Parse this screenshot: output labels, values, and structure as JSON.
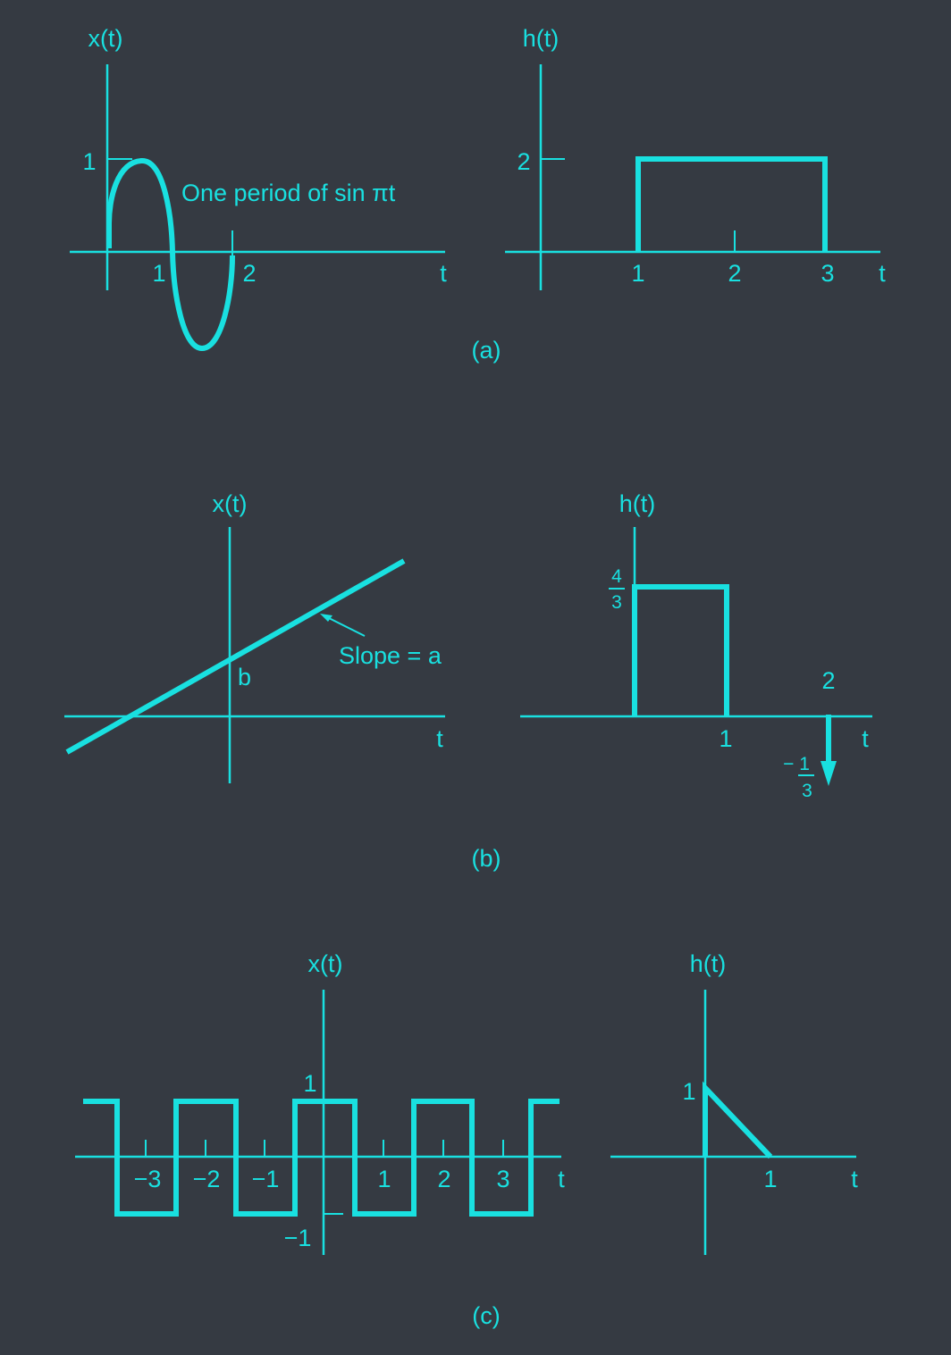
{
  "colors": {
    "background": "#353a42",
    "accent": "#19e0e0"
  },
  "panel_a": {
    "caption": "(a)",
    "x_ylabel": "x(t)",
    "x_ytick": "1",
    "x_xticks": [
      "1",
      "2"
    ],
    "x_tlabel": "t",
    "annotation": "One period of sin πt",
    "h_ylabel": "h(t)",
    "h_ytick": "2",
    "h_xticks": [
      "1",
      "2",
      "3"
    ],
    "h_tlabel": "t"
  },
  "panel_b": {
    "caption": "(b)",
    "x_ylabel": "x(t)",
    "intercept_label": "b",
    "slope_label": "Slope = a",
    "x_tlabel": "t",
    "h_ylabel": "h(t)",
    "h_yfrac_num": "4",
    "h_yfrac_den": "3",
    "h_xtick": "1",
    "impulse_time": "2",
    "impulse_num": "− 1",
    "impulse_den": "3",
    "h_tlabel": "t"
  },
  "panel_c": {
    "caption": "(c)",
    "x_ylabel": "x(t)",
    "x_ytick_pos": "1",
    "x_ytick_neg": "−1",
    "x_xticks": [
      "−3",
      "−2",
      "−1",
      "1",
      "2",
      "3"
    ],
    "x_tlabel": "t",
    "h_ylabel": "h(t)",
    "h_ytick": "1",
    "h_xtick": "1",
    "h_tlabel": "t"
  }
}
